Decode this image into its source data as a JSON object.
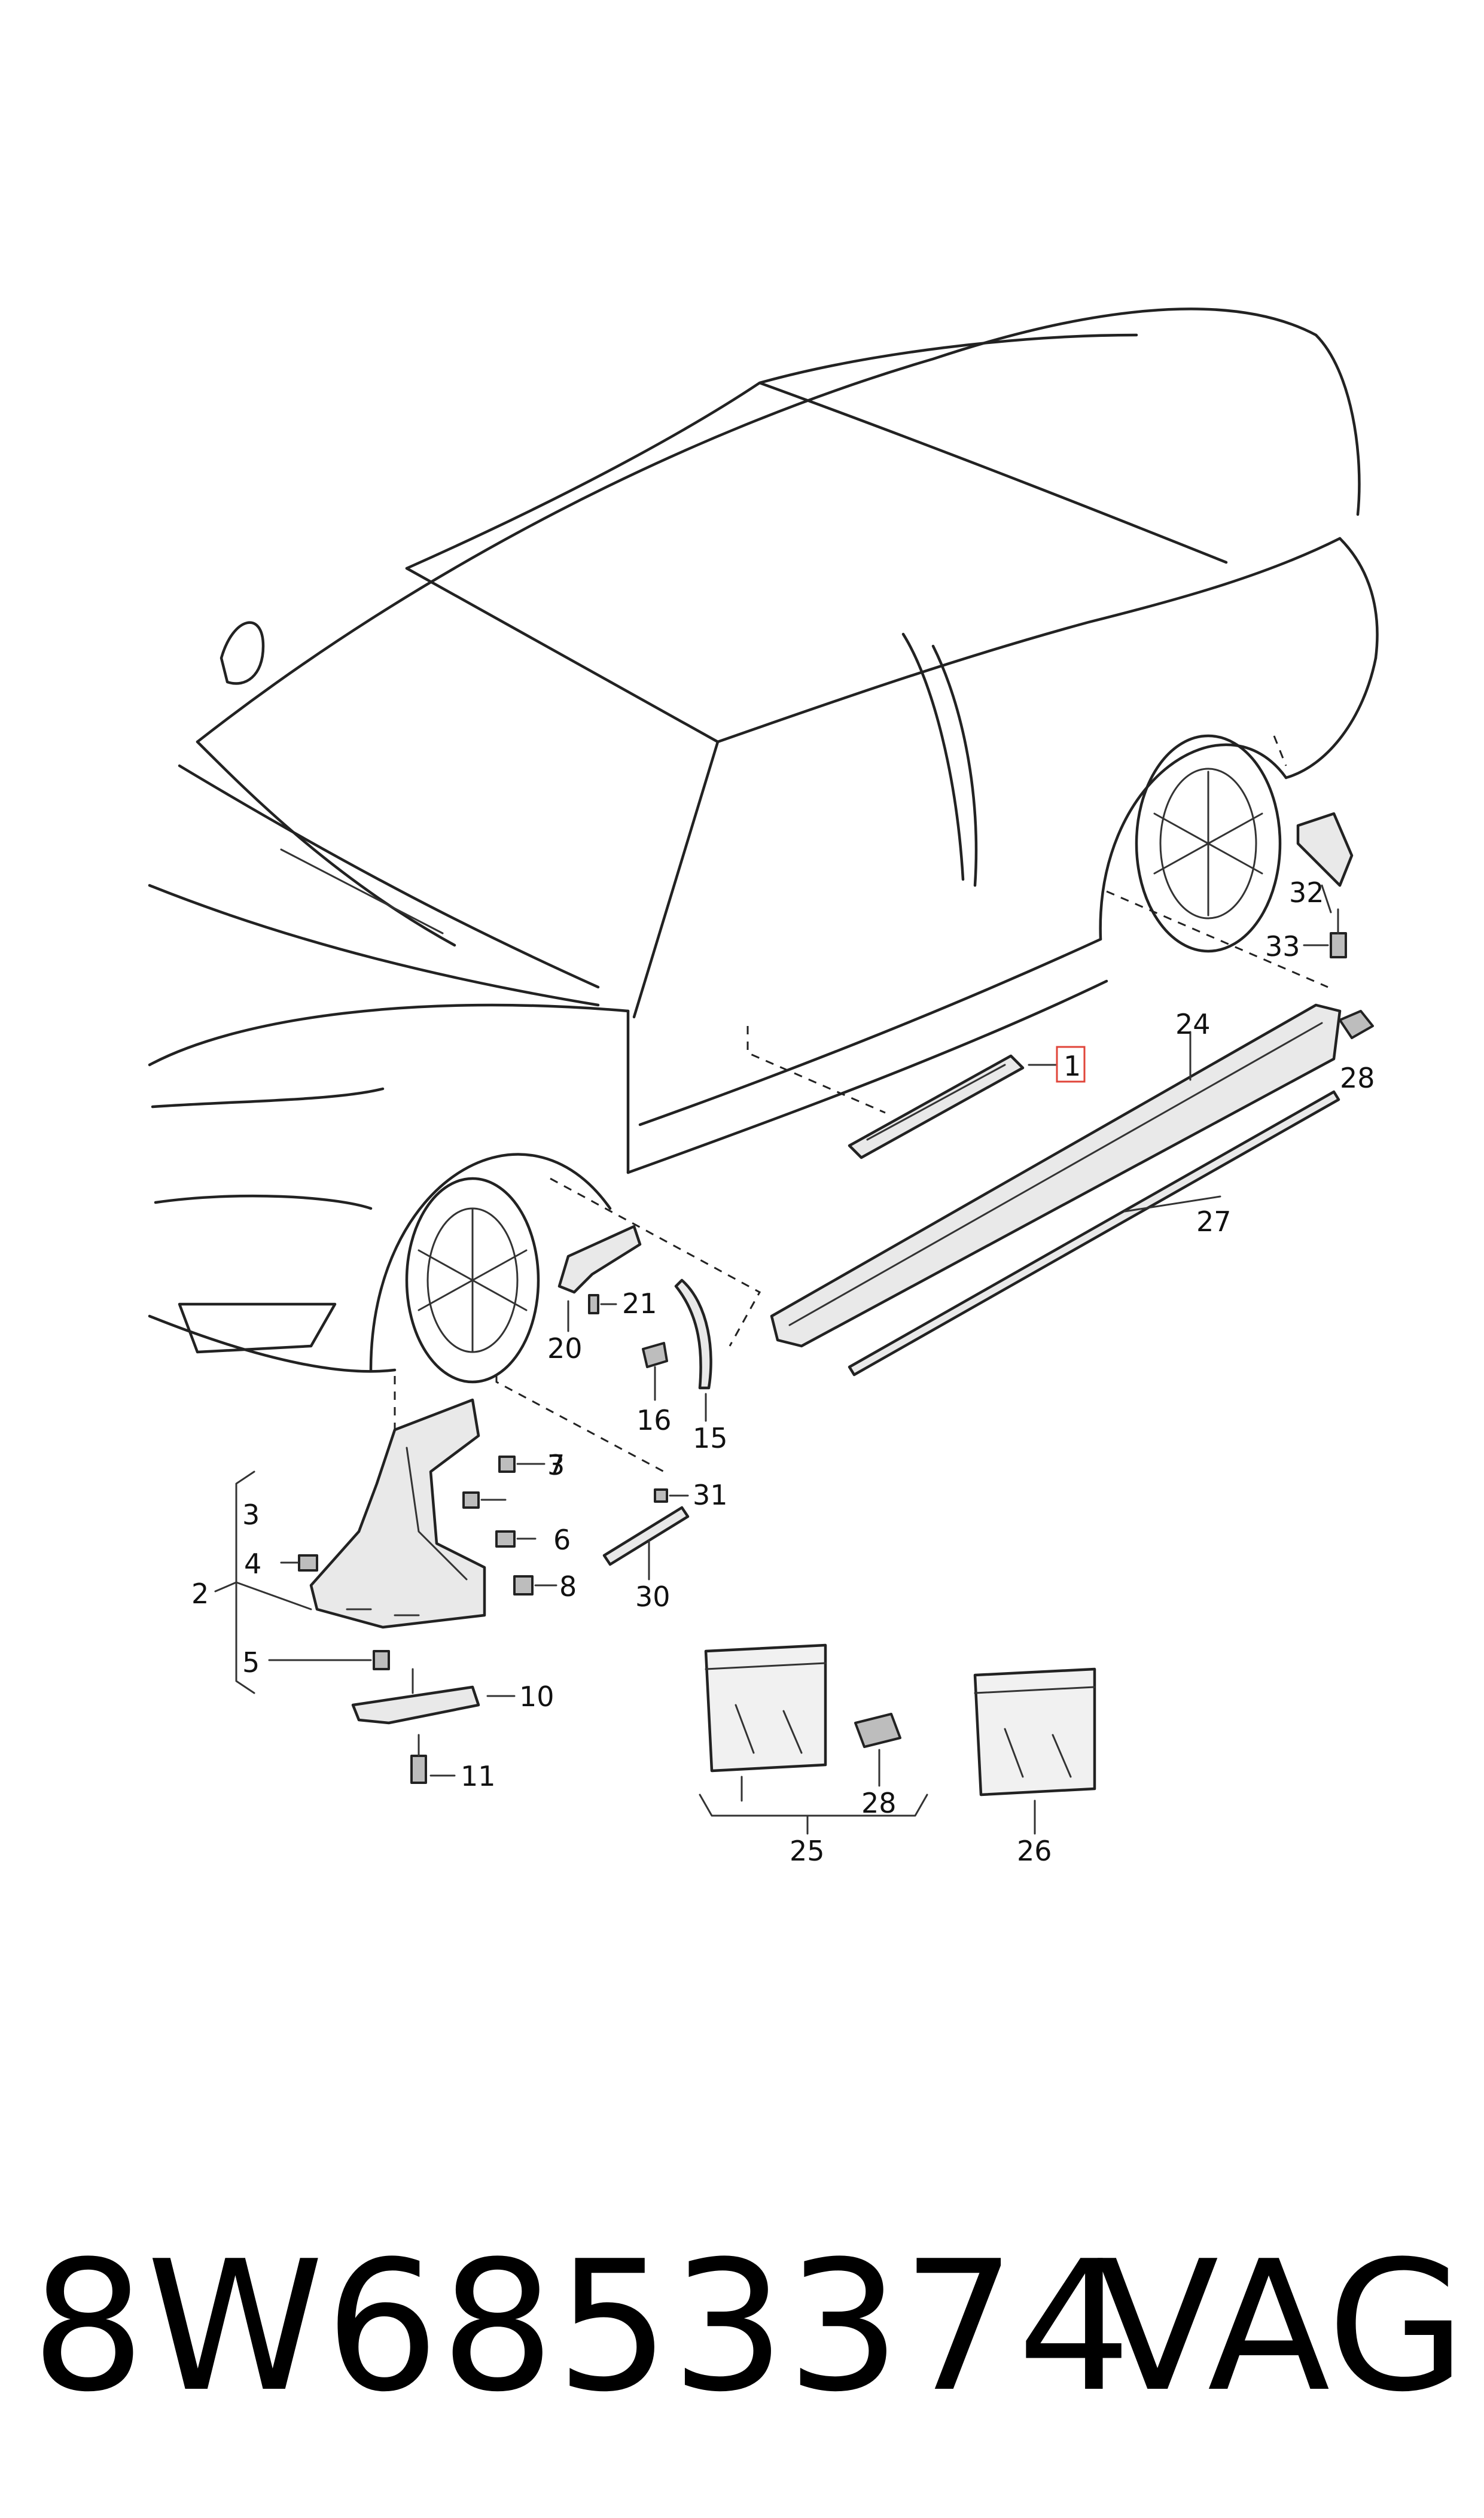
{
  "diagram": {
    "callouts": [
      {
        "id": "c1",
        "label": "1",
        "highlighted": true
      },
      {
        "id": "c2",
        "label": "2"
      },
      {
        "id": "c3a",
        "label": "3"
      },
      {
        "id": "c3b",
        "label": "3"
      },
      {
        "id": "c4",
        "label": "4"
      },
      {
        "id": "c5",
        "label": "5"
      },
      {
        "id": "c6",
        "label": "6"
      },
      {
        "id": "c7",
        "label": "7"
      },
      {
        "id": "c8",
        "label": "8"
      },
      {
        "id": "c10",
        "label": "10"
      },
      {
        "id": "c11",
        "label": "11"
      },
      {
        "id": "c15",
        "label": "15"
      },
      {
        "id": "c16",
        "label": "16"
      },
      {
        "id": "c20",
        "label": "20"
      },
      {
        "id": "c21",
        "label": "21"
      },
      {
        "id": "c24",
        "label": "24"
      },
      {
        "id": "c25",
        "label": "25"
      },
      {
        "id": "c26",
        "label": "26"
      },
      {
        "id": "c27",
        "label": "27"
      },
      {
        "id": "c28a",
        "label": "28"
      },
      {
        "id": "c28b",
        "label": "28"
      },
      {
        "id": "c30",
        "label": "30"
      },
      {
        "id": "c31",
        "label": "31"
      },
      {
        "id": "c32",
        "label": "32"
      },
      {
        "id": "c33",
        "label": "33"
      }
    ],
    "highlight_color": "#e0453a"
  },
  "footer": {
    "part_number": "8W6853374",
    "brand": "VAG"
  }
}
